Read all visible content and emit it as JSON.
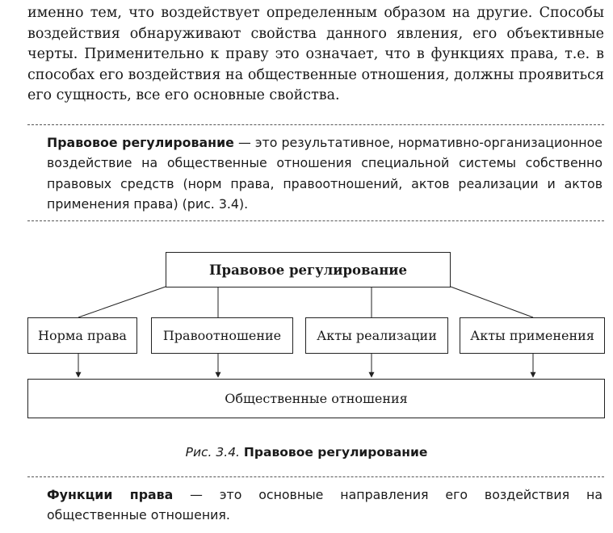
{
  "intro_text": "именно тем, что воздействует определенным образом на другие. Способы воздействия обнаруживают свойства данного явления, его объективные черты. Применительно к праву это означает, что в функциях права, т.е. в способах его воздействия на общественные отношения, должны проявиться его сущность, все его основные свойства.",
  "definition1": {
    "term": "Правовое регулирование",
    "text": " — это результативное, нормативно-организационное воздействие на общественные отношения специальной системы собственно правовых средств (норм права, правоотношений, актов реализации и актов применения права) (рис. 3.4)."
  },
  "diagram": {
    "top": "Правовое регулирование",
    "middle": [
      "Норма права",
      "Правоотношение",
      "Акты реализации",
      "Акты применения"
    ],
    "bottom": "Общественные отношения"
  },
  "caption": {
    "prefix": "Рис. 3.4.",
    "title": "Правовое регулирование"
  },
  "definition2": {
    "term": "Функции права",
    "text": " — это основные направления его воздействия на общественные отношения."
  }
}
